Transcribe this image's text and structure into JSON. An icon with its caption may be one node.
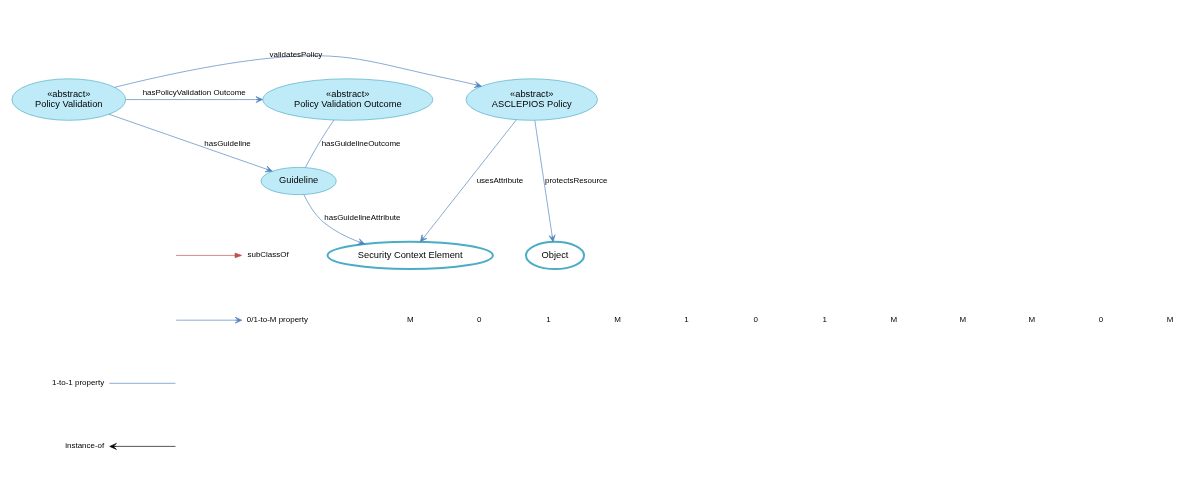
{
  "diagram": {
    "nodes": [
      {
        "text": [
          "«abstract»",
          "Policy Validation Outcome"
        ]
      },
      {
        "text": [
          "«abstract»",
          "Policy Validation"
        ]
      },
      {
        "text": [
          "«abstract»",
          "ASCLEPIOS Policy"
        ]
      },
      {
        "text": [
          "Guideline"
        ]
      },
      {
        "text": [
          "Security Context Element"
        ]
      },
      {
        "text": [
          "Object"
        ]
      }
    ],
    "edges": [
      {
        "from": 1,
        "to": 0,
        "arrow": "to",
        "label": "hasPolicyValidation Outcome"
      },
      {
        "from": 1,
        "to": 2,
        "arrow": "to",
        "label": "validatesPolicy"
      },
      {
        "from": 1,
        "to": 3,
        "arrow": "to",
        "label": "hasGuideline"
      },
      {
        "from": 0,
        "to": 3,
        "arrow": "none",
        "label": "hasGuidelineOutcome"
      },
      {
        "from": 2,
        "to": 4,
        "arrow": "to",
        "label": "usesAttribute"
      },
      {
        "from": 2,
        "to": 5,
        "arrow": "to",
        "label": "protectsResource"
      },
      {
        "from": 3,
        "to": 4,
        "arrow": "to",
        "label": "hasGuidelineAttribute"
      }
    ],
    "labels": [
      "M",
      "0",
      "1",
      "M",
      "1",
      "0",
      "1",
      "M",
      "M",
      "M",
      "0",
      "M"
    ],
    "legend": [
      {
        "text": "subClassOf"
      },
      {
        "text": "0/1-to-M property"
      },
      {
        "text": "1-to-1 property"
      },
      {
        "text": "instance-of"
      }
    ]
  }
}
